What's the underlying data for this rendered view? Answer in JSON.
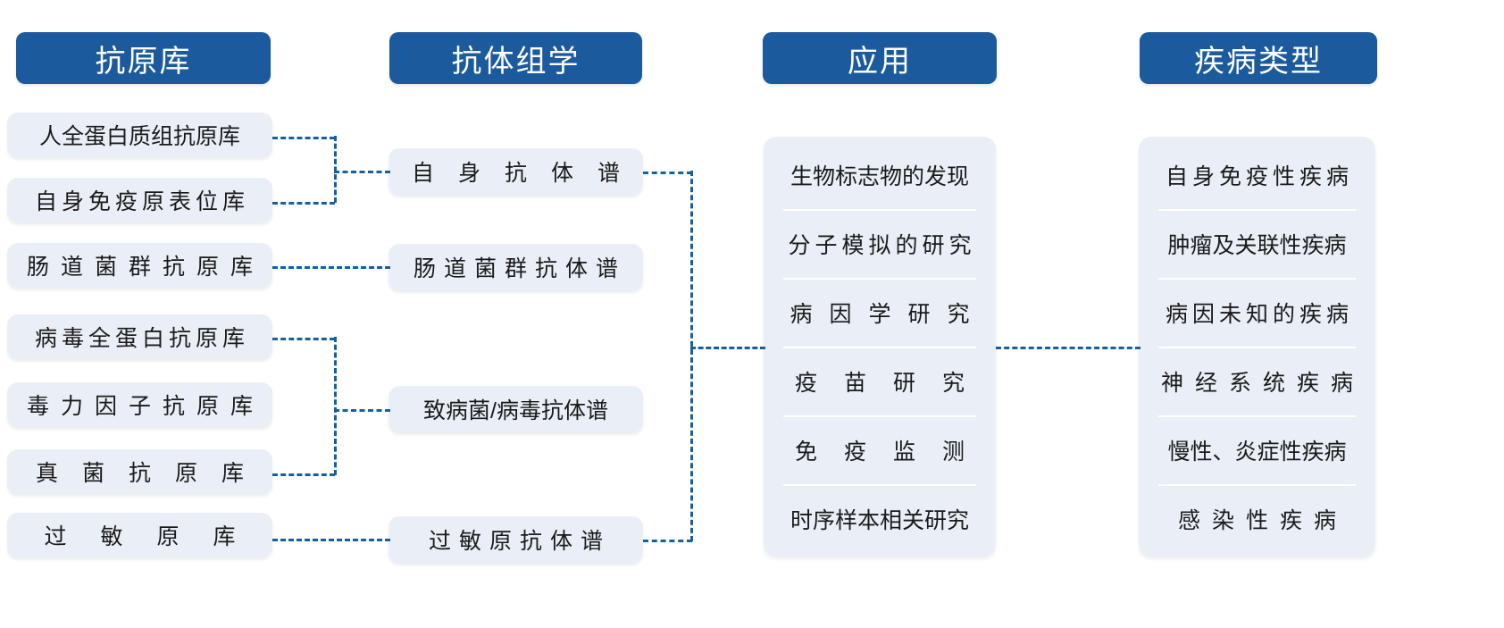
{
  "theme": {
    "header_bg": "#1b5a9c",
    "chip_bg": "#eaeff7",
    "line_color": "#15619e",
    "text_color": "#1a1a1a",
    "divider_color": "#ffffff"
  },
  "columns": [
    {
      "id": "antigen-library",
      "header": "抗原库",
      "items": [
        "人全蛋白质组抗原库",
        "自身免疫原表位库",
        "肠道菌群抗原库",
        "病毒全蛋白抗原库",
        "毒力因子抗原库",
        "真菌抗原库",
        "过敏原库"
      ]
    },
    {
      "id": "antibodyomics",
      "header": "抗体组学",
      "items": [
        "自身抗体谱",
        "肠道菌群抗体谱",
        "致病菌/病毒抗体谱",
        "过敏原抗体谱"
      ]
    },
    {
      "id": "applications",
      "header": "应用",
      "items": [
        "生物标志物的发现",
        "分子模拟的研究",
        "病因学研究",
        "疫苗研究",
        "免疫监测",
        "时序样本相关研究"
      ]
    },
    {
      "id": "disease-types",
      "header": "疾病类型",
      "items": [
        "自身免疫性疾病",
        "肿瘤及关联性疾病",
        "病因未知的疾病",
        "神经系统疾病",
        "慢性、炎症性疾病",
        "感染性疾病"
      ]
    }
  ]
}
